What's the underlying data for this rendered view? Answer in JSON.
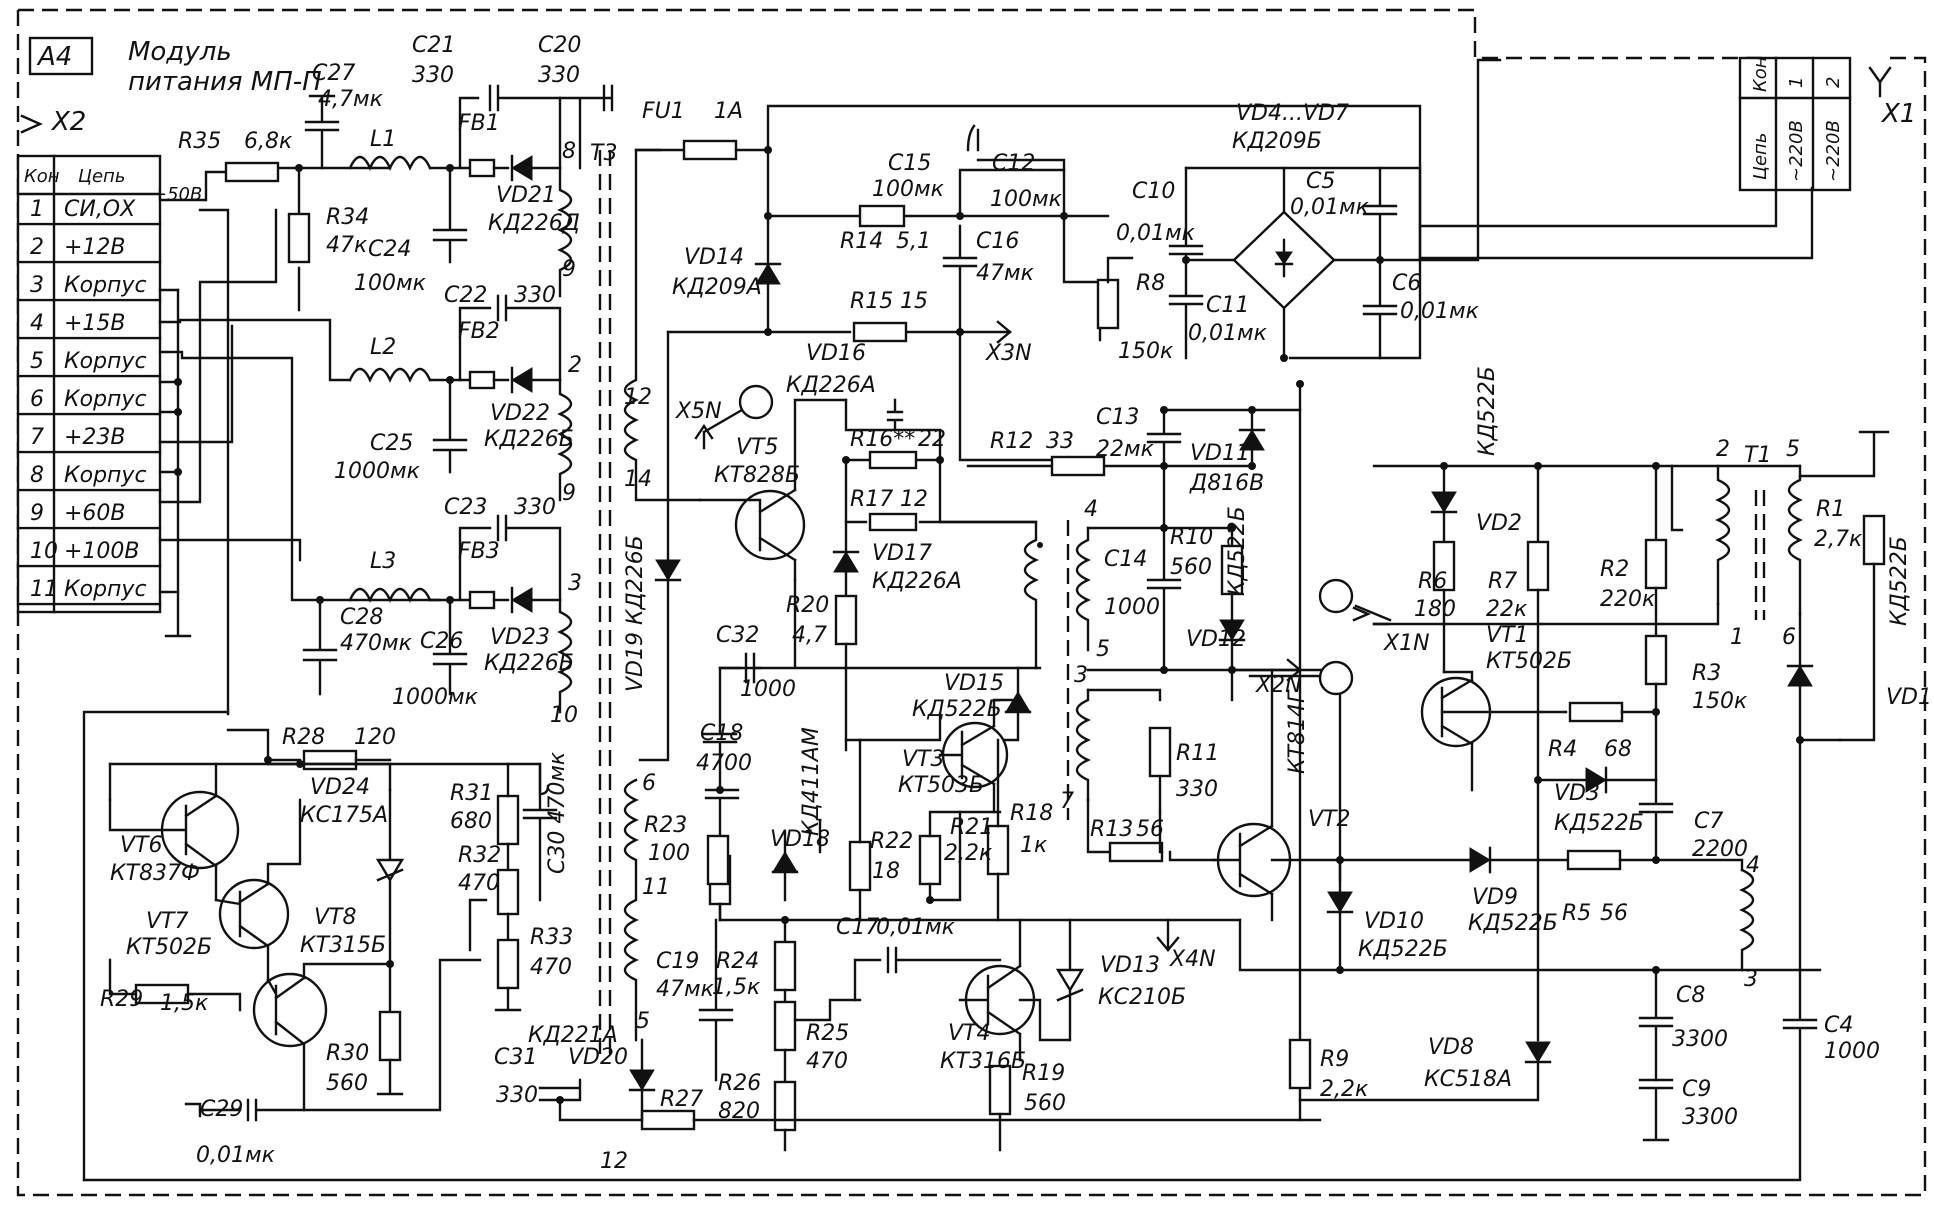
{
  "module": {
    "id": "A4",
    "title_line1": "Модуль",
    "title_line2": "питания МП-П"
  },
  "connector_x2": {
    "name": "X2",
    "header": {
      "pin": "Кон",
      "circuit": "Цепь"
    },
    "rows": [
      {
        "pin": "1",
        "circuit": "СИ,ОХ"
      },
      {
        "pin": "2",
        "circuit": "+12В"
      },
      {
        "pin": "3",
        "circuit": "Корпус"
      },
      {
        "pin": "4",
        "circuit": "+15В"
      },
      {
        "pin": "5",
        "circuit": "Корпус"
      },
      {
        "pin": "6",
        "circuit": "Корпус"
      },
      {
        "pin": "7",
        "circuit": "+23В"
      },
      {
        "pin": "8",
        "circuit": "Корпус"
      },
      {
        "pin": "9",
        "circuit": "+60В"
      },
      {
        "pin": "10",
        "circuit": "+100В"
      },
      {
        "pin": "11",
        "circuit": "Корпус"
      }
    ],
    "supply_note": "+50В"
  },
  "connector_x1": {
    "name": "X1",
    "header": {
      "pin": "Кон",
      "circuit": "Цепь"
    },
    "rows": [
      {
        "pin": "1",
        "circuit": "~220В"
      },
      {
        "pin": "2",
        "circuit": "~220В"
      }
    ]
  },
  "labels": [
    {
      "id": "R35",
      "text": "R35"
    },
    {
      "id": "R35v",
      "text": "6,8к"
    },
    {
      "id": "C27",
      "text": "C27"
    },
    {
      "id": "C27v",
      "text": "4,7мк"
    },
    {
      "id": "C21",
      "text": "C21"
    },
    {
      "id": "C21v",
      "text": "330"
    },
    {
      "id": "C20",
      "text": "C20"
    },
    {
      "id": "C20v",
      "text": "330"
    },
    {
      "id": "L1",
      "text": "L1"
    },
    {
      "id": "FB1",
      "text": "FB1"
    },
    {
      "id": "R34",
      "text": "R34"
    },
    {
      "id": "R34v",
      "text": "47к"
    },
    {
      "id": "C24",
      "text": "C24"
    },
    {
      "id": "C24v",
      "text": "100мк"
    },
    {
      "id": "VD21",
      "text": "VD21"
    },
    {
      "id": "VD21v",
      "text": "КД226Д"
    },
    {
      "id": "T3",
      "text": "T3"
    },
    {
      "id": "T3p8",
      "text": "8"
    },
    {
      "id": "T3p9a",
      "text": "9"
    },
    {
      "id": "C22",
      "text": "C22"
    },
    {
      "id": "C22v",
      "text": "330"
    },
    {
      "id": "L2",
      "text": "L2"
    },
    {
      "id": "FB2",
      "text": "FB2"
    },
    {
      "id": "T3p2",
      "text": "2"
    },
    {
      "id": "C25",
      "text": "C25"
    },
    {
      "id": "C25v",
      "text": "1000мк"
    },
    {
      "id": "VD22",
      "text": "VD22"
    },
    {
      "id": "VD22v",
      "text": "КД226Б"
    },
    {
      "id": "T3p9b",
      "text": "9"
    },
    {
      "id": "C23",
      "text": "C23"
    },
    {
      "id": "C23v",
      "text": "330"
    },
    {
      "id": "L3",
      "text": "L3"
    },
    {
      "id": "FB3",
      "text": "FB3"
    },
    {
      "id": "T3p3",
      "text": "3"
    },
    {
      "id": "C28",
      "text": "C28"
    },
    {
      "id": "C28v",
      "text": "470мк"
    },
    {
      "id": "C26",
      "text": "C26"
    },
    {
      "id": "C26v",
      "text": "1000мк"
    },
    {
      "id": "VD23",
      "text": "VD23"
    },
    {
      "id": "VD23v",
      "text": "КД226Б"
    },
    {
      "id": "T3p10",
      "text": "10"
    },
    {
      "id": "VD19",
      "text": "VD19 КД226Б"
    },
    {
      "id": "T3p12",
      "text": "12"
    },
    {
      "id": "T3p14",
      "text": "14"
    },
    {
      "id": "X5N",
      "text": "X5N"
    },
    {
      "id": "n3",
      "text": "3"
    },
    {
      "id": "FU1",
      "text": "FU1"
    },
    {
      "id": "FU1v",
      "text": "1А"
    },
    {
      "id": "C15",
      "text": "C15"
    },
    {
      "id": "C15v",
      "text": "100мк"
    },
    {
      "id": "C12",
      "text": "C12"
    },
    {
      "id": "C12v",
      "text": "100мк"
    },
    {
      "id": "R14",
      "text": "R14"
    },
    {
      "id": "R14v",
      "text": "5,1"
    },
    {
      "id": "C16",
      "text": "C16"
    },
    {
      "id": "C16v",
      "text": "47мк"
    },
    {
      "id": "VD14",
      "text": "VD14"
    },
    {
      "id": "VD14v",
      "text": "КД209А"
    },
    {
      "id": "R15",
      "text": "R15"
    },
    {
      "id": "R15v",
      "text": "15"
    },
    {
      "id": "X3N",
      "text": "X3N"
    },
    {
      "id": "VD16",
      "text": "VD16"
    },
    {
      "id": "VD16v",
      "text": "КД226А"
    },
    {
      "id": "VT5",
      "text": "VT5"
    },
    {
      "id": "VT5v",
      "text": "КТ828Б"
    },
    {
      "id": "R16",
      "text": "R16**"
    },
    {
      "id": "R16v",
      "text": "22"
    },
    {
      "id": "R17",
      "text": "R17"
    },
    {
      "id": "R17v",
      "text": "12"
    },
    {
      "id": "VD17",
      "text": "VD17"
    },
    {
      "id": "VD17v",
      "text": "КД226А"
    },
    {
      "id": "R20",
      "text": "R20"
    },
    {
      "id": "R20v",
      "text": "4,7"
    },
    {
      "id": "C32",
      "text": "C32"
    },
    {
      "id": "C32v",
      "text": "1000"
    },
    {
      "id": "C18",
      "text": "C18"
    },
    {
      "id": "C18v",
      "text": "4700"
    },
    {
      "id": "VD15",
      "text": "VD15"
    },
    {
      "id": "VD15v",
      "text": "КД522Б"
    },
    {
      "id": "VT3",
      "text": "VT3"
    },
    {
      "id": "VT3v",
      "text": "КТ503Б"
    },
    {
      "id": "R23",
      "text": "R23"
    },
    {
      "id": "R23v",
      "text": "100"
    },
    {
      "id": "VD18",
      "text": "VD18"
    },
    {
      "id": "VD18v",
      "text": "КД411АМ"
    },
    {
      "id": "R22",
      "text": "R22"
    },
    {
      "id": "R22v",
      "text": "18"
    },
    {
      "id": "R21",
      "text": "R21"
    },
    {
      "id": "R21v",
      "text": "2,2к"
    },
    {
      "id": "R18",
      "text": "R18"
    },
    {
      "id": "R18v",
      "text": "1к"
    },
    {
      "id": "C17",
      "text": "C17"
    },
    {
      "id": "C17v",
      "text": "0,01мк"
    },
    {
      "id": "VD13",
      "text": "VD13"
    },
    {
      "id": "VD13v",
      "text": "КС210Б"
    },
    {
      "id": "C19",
      "text": "C19"
    },
    {
      "id": "C19v",
      "text": "47мк"
    },
    {
      "id": "R24",
      "text": "R24"
    },
    {
      "id": "R24v",
      "text": "1,5к"
    },
    {
      "id": "R25",
      "text": "R25"
    },
    {
      "id": "R25v",
      "text": "470"
    },
    {
      "id": "VT4",
      "text": "VT4"
    },
    {
      "id": "VT4v",
      "text": "КТ316Б"
    },
    {
      "id": "R19",
      "text": "R19"
    },
    {
      "id": "R19v",
      "text": "560"
    },
    {
      "id": "R26",
      "text": "R26"
    },
    {
      "id": "R26v",
      "text": "820"
    },
    {
      "id": "C31",
      "text": "C31"
    },
    {
      "id": "C31v",
      "text": "330"
    },
    {
      "id": "VD20",
      "text": "VD20"
    },
    {
      "id": "VD20v",
      "text": "КД221А"
    },
    {
      "id": "R27",
      "text": "R27"
    },
    {
      "id": "p12b",
      "text": "12"
    },
    {
      "id": "p6",
      "text": "6"
    },
    {
      "id": "p11",
      "text": "11"
    },
    {
      "id": "p5b",
      "text": "5"
    },
    {
      "id": "X4N",
      "text": "X4N"
    },
    {
      "id": "VD4",
      "text": "VD4...VD7"
    },
    {
      "id": "VD4v",
      "text": "КД209Б"
    },
    {
      "id": "C10",
      "text": "C10"
    },
    {
      "id": "C10v",
      "text": "0,01мк"
    },
    {
      "id": "C5",
      "text": "C5"
    },
    {
      "id": "C5v",
      "text": "0,01мк"
    },
    {
      "id": "R8",
      "text": "R8"
    },
    {
      "id": "R8v",
      "text": "150к"
    },
    {
      "id": "C11",
      "text": "C11"
    },
    {
      "id": "C11v",
      "text": "0,01мк"
    },
    {
      "id": "C6",
      "text": "C6"
    },
    {
      "id": "C6v",
      "text": "0,01мк"
    },
    {
      "id": "R12",
      "text": "R12"
    },
    {
      "id": "R12v",
      "text": "33"
    },
    {
      "id": "C13",
      "text": "C13"
    },
    {
      "id": "C13v",
      "text": "22мк"
    },
    {
      "id": "VD11",
      "text": "VD11"
    },
    {
      "id": "VD11v",
      "text": "Д816В"
    },
    {
      "id": "p4",
      "text": "4"
    },
    {
      "id": "C14",
      "text": "C14"
    },
    {
      "id": "C14v",
      "text": "1000"
    },
    {
      "id": "R10",
      "text": "R10"
    },
    {
      "id": "R10v",
      "text": "560"
    },
    {
      "id": "VD12",
      "text": "VD12"
    },
    {
      "id": "VD12v",
      "text": "КД522Б"
    },
    {
      "id": "X2N",
      "text": "X2N"
    },
    {
      "id": "p5",
      "text": "5"
    },
    {
      "id": "p3",
      "text": "3"
    },
    {
      "id": "n2",
      "text": "2"
    },
    {
      "id": "R11",
      "text": "R11"
    },
    {
      "id": "R11v",
      "text": "330"
    },
    {
      "id": "p7",
      "text": "7"
    },
    {
      "id": "R13",
      "text": "R13"
    },
    {
      "id": "R13v",
      "text": "56"
    },
    {
      "id": "VT2",
      "text": "VT2"
    },
    {
      "id": "VT2v",
      "text": "КТ814Г"
    },
    {
      "id": "VD2",
      "text": "VD2"
    },
    {
      "id": "VD2v",
      "text": "КД522Б"
    },
    {
      "id": "R6",
      "text": "R6"
    },
    {
      "id": "R6v",
      "text": "180"
    },
    {
      "id": "R7",
      "text": "R7"
    },
    {
      "id": "R7v",
      "text": "22к"
    },
    {
      "id": "R2",
      "text": "R2"
    },
    {
      "id": "R2v",
      "text": "220к"
    },
    {
      "id": "T1",
      "text": "T1"
    },
    {
      "id": "T1p2",
      "text": "2"
    },
    {
      "id": "T1p5",
      "text": "5"
    },
    {
      "id": "R1",
      "text": "R1"
    },
    {
      "id": "R1v",
      "text": "2,7к"
    },
    {
      "id": "n1",
      "text": "1"
    },
    {
      "id": "X1N",
      "text": "X1N"
    },
    {
      "id": "VT1",
      "text": "VT1"
    },
    {
      "id": "VT1v",
      "text": "КТ502Б"
    },
    {
      "id": "R3",
      "text": "R3"
    },
    {
      "id": "R3v",
      "text": "150к"
    },
    {
      "id": "T1p1",
      "text": "1"
    },
    {
      "id": "T1p6",
      "text": "6"
    },
    {
      "id": "VD1",
      "text": "VD1"
    },
    {
      "id": "VD1v",
      "text": "КД522Б"
    },
    {
      "id": "R4",
      "text": "R4"
    },
    {
      "id": "R4v",
      "text": "68"
    },
    {
      "id": "VD3",
      "text": "VD3"
    },
    {
      "id": "VD3v",
      "text": "КД522Б"
    },
    {
      "id": "C7",
      "text": "C7"
    },
    {
      "id": "C7v",
      "text": "2200"
    },
    {
      "id": "VD9",
      "text": "VD9"
    },
    {
      "id": "VD9v",
      "text": "КД522Б"
    },
    {
      "id": "R5",
      "text": "R5"
    },
    {
      "id": "R5v",
      "text": "56"
    },
    {
      "id": "T1p4",
      "text": "4"
    },
    {
      "id": "T1p3",
      "text": "3"
    },
    {
      "id": "VD10",
      "text": "VD10"
    },
    {
      "id": "VD10v",
      "text": "КД522Б"
    },
    {
      "id": "C8",
      "text": "C8"
    },
    {
      "id": "C8v",
      "text": "3300"
    },
    {
      "id": "C4",
      "text": "C4"
    },
    {
      "id": "C4v",
      "text": "1000"
    },
    {
      "id": "R9",
      "text": "R9"
    },
    {
      "id": "R9v",
      "text": "2,2к"
    },
    {
      "id": "VD8",
      "text": "VD8"
    },
    {
      "id": "VD8v",
      "text": "КС518А"
    },
    {
      "id": "C9",
      "text": "C9"
    },
    {
      "id": "C9v",
      "text": "3300"
    },
    {
      "id": "R28",
      "text": "R28"
    },
    {
      "id": "R28v",
      "text": "120"
    },
    {
      "id": "VD24",
      "text": "VD24"
    },
    {
      "id": "VD24v",
      "text": "КС175А"
    },
    {
      "id": "VT6",
      "text": "VT6"
    },
    {
      "id": "VT6v",
      "text": "КТ837Ф"
    },
    {
      "id": "VT7",
      "text": "VT7"
    },
    {
      "id": "VT7v",
      "text": "КТ502Б"
    },
    {
      "id": "VT8",
      "text": "VT8"
    },
    {
      "id": "VT8v",
      "text": "КТ315Б"
    },
    {
      "id": "R31",
      "text": "R31"
    },
    {
      "id": "R31v",
      "text": "680"
    },
    {
      "id": "R32",
      "text": "R32"
    },
    {
      "id": "R32v",
      "text": "470"
    },
    {
      "id": "R33",
      "text": "R33"
    },
    {
      "id": "R33v",
      "text": "470"
    },
    {
      "id": "C30",
      "text": "C30 470мк"
    },
    {
      "id": "R29",
      "text": "R29"
    },
    {
      "id": "R29v",
      "text": "1,5к"
    },
    {
      "id": "R30",
      "text": "R30"
    },
    {
      "id": "R30v",
      "text": "560"
    },
    {
      "id": "C29",
      "text": "C29"
    },
    {
      "id": "C29v",
      "text": "0,01мк"
    }
  ]
}
